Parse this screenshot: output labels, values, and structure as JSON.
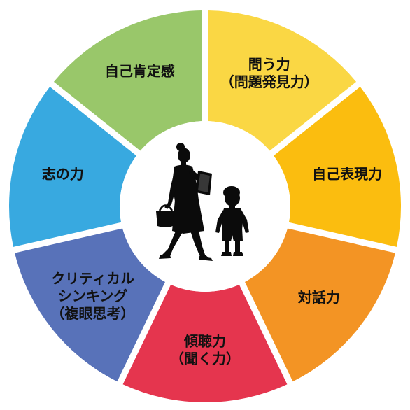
{
  "segments": [
    {
      "lines": [
        "問う力",
        "（問題発見力）"
      ],
      "color": "#fad744"
    },
    {
      "lines": [
        "自己表現力"
      ],
      "color": "#fbbd0f"
    },
    {
      "lines": [
        "対話力"
      ],
      "color": "#f39424"
    },
    {
      "lines": [
        "傾聴力",
        "（聞く力）"
      ],
      "color": "#e5354e"
    },
    {
      "lines": [
        "クリティカル",
        "シンキング",
        "（複眼思考）"
      ],
      "color": "#5872b9"
    },
    {
      "lines": [
        "志の力"
      ],
      "color": "#38a9e0"
    },
    {
      "lines": [
        "自己肯定感"
      ],
      "color": "#99c76a"
    }
  ],
  "center": {
    "fill": "#ffffff",
    "icon": "mother-and-child-silhouette-icon"
  }
}
